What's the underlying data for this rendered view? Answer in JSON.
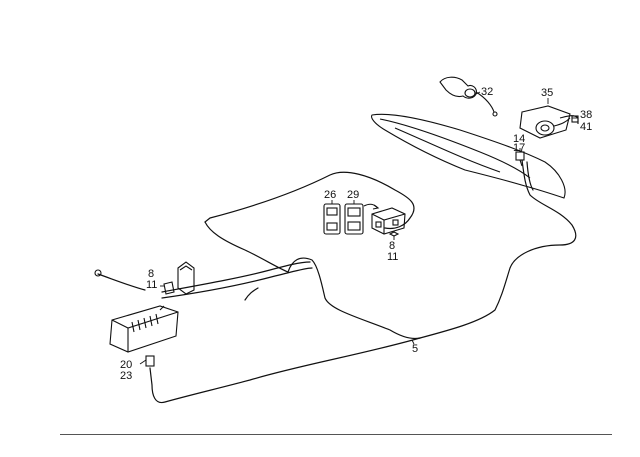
{
  "diagram": {
    "callouts": [
      {
        "id": "c32",
        "text": "32"
      },
      {
        "id": "c35",
        "text": "35"
      },
      {
        "id": "c38",
        "text": "38"
      },
      {
        "id": "c41",
        "text": "41"
      },
      {
        "id": "c14",
        "text": "14"
      },
      {
        "id": "c17",
        "text": "17"
      },
      {
        "id": "c26",
        "text": "26"
      },
      {
        "id": "c29",
        "text": "29"
      },
      {
        "id": "c8a",
        "text": "8"
      },
      {
        "id": "c11a",
        "text": "11"
      },
      {
        "id": "c8b",
        "text": "8"
      },
      {
        "id": "c11b",
        "text": "11"
      },
      {
        "id": "c20",
        "text": "20"
      },
      {
        "id": "c23",
        "text": "23"
      },
      {
        "id": "c5",
        "text": "5"
      }
    ],
    "colors": {
      "line": "#111111",
      "rule": "#555555",
      "background": "#ffffff"
    }
  }
}
